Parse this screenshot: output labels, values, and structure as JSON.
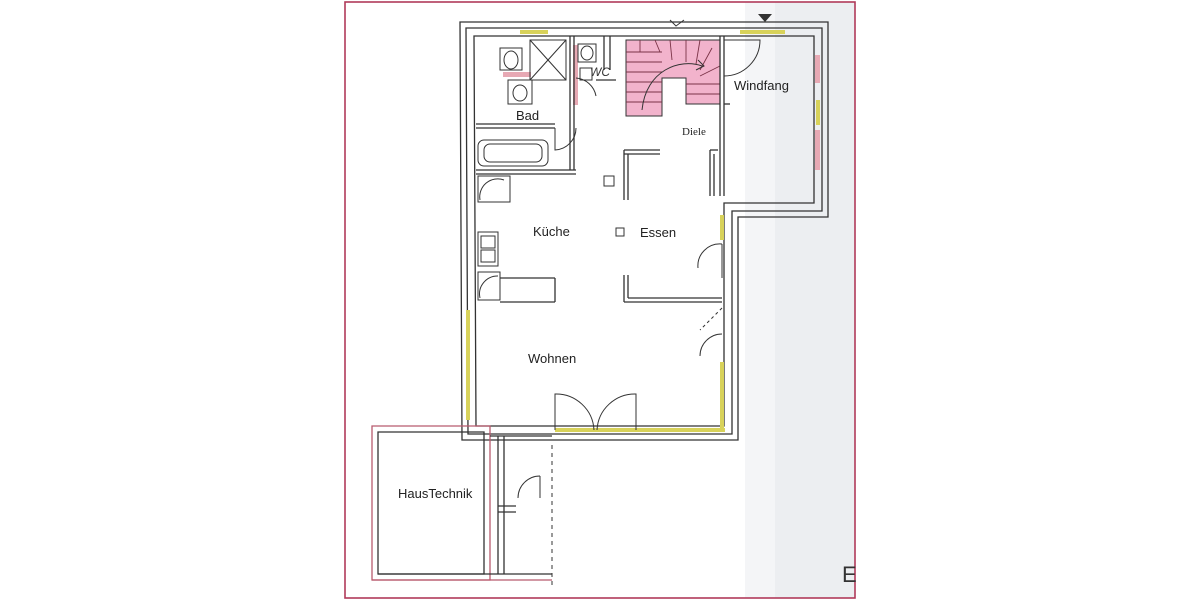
{
  "rooms": {
    "bad": "Bad",
    "wc": "WC",
    "diele": "Diele",
    "windfang": "Windfang",
    "kueche": "Küche",
    "essen": "Essen",
    "wohnen": "Wohnen",
    "haustechnik": "HausTechnik"
  },
  "corner_label": "E",
  "colors": {
    "sheet_border": "#b03a5a",
    "wall": "#333333",
    "window": "#d8d25a",
    "wall_tint": "#e7a9b4",
    "stair_fill": "#f2b3cc",
    "paper_shade": "#eceef1"
  }
}
